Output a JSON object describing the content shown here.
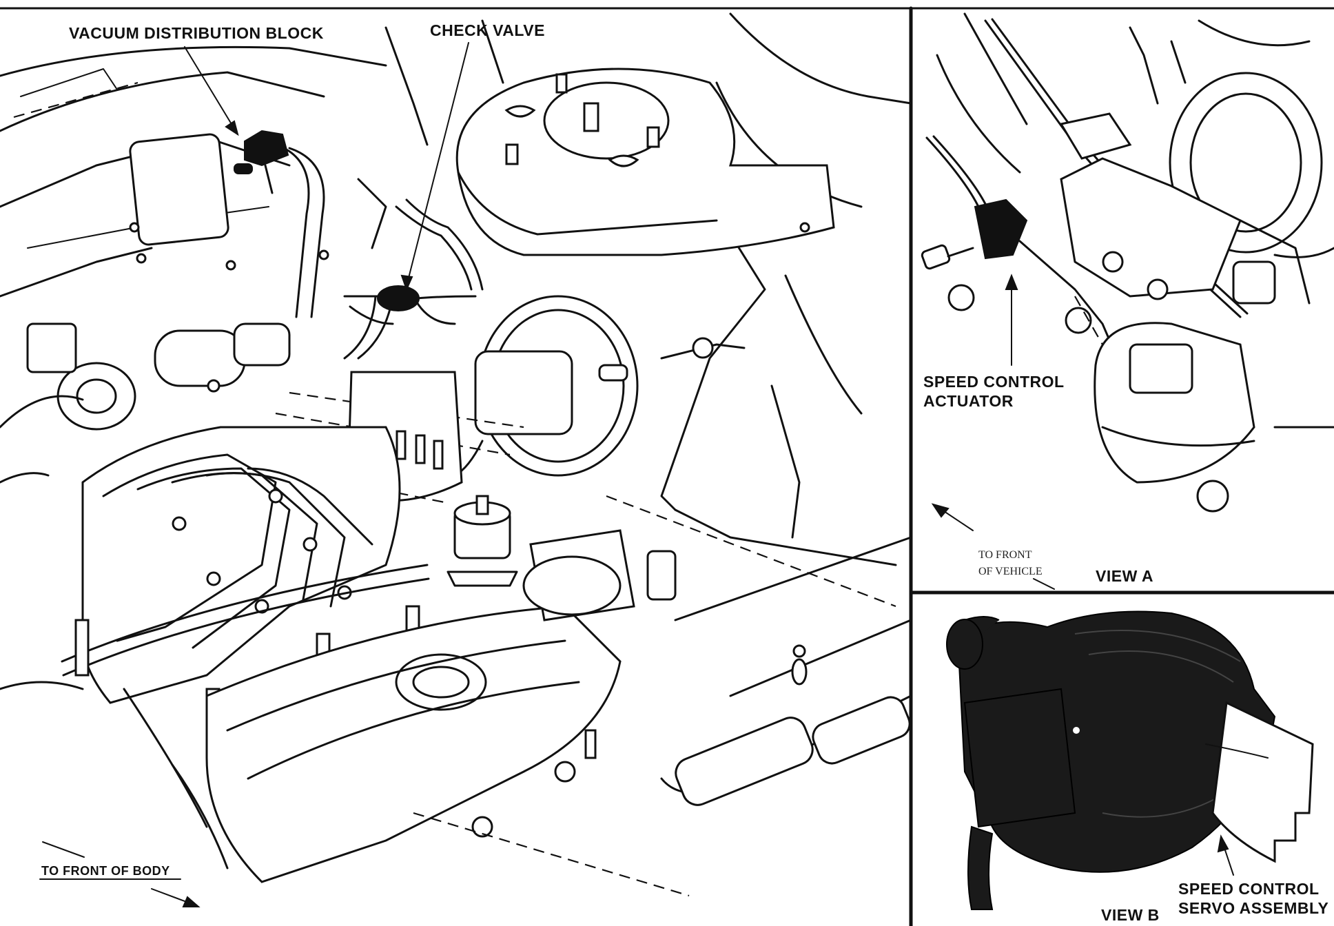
{
  "labels": {
    "vacuum_block": "VACUUM DISTRIBUTION BLOCK",
    "check_valve": "CHECK VALVE",
    "front_of_body": "TO FRONT OF BODY",
    "actuator_line1": "SPEED CONTROL",
    "actuator_line2": "ACTUATOR",
    "front_vehicle_line1": "TO FRONT",
    "front_vehicle_line2": "OF VEHICLE",
    "view_a": "VIEW A",
    "view_b": "VIEW B",
    "servo_line1": "SPEED CONTROL",
    "servo_line2": "SERVO ASSEMBLY"
  },
  "colors": {
    "ink": "#111111",
    "background": "#ffffff"
  }
}
